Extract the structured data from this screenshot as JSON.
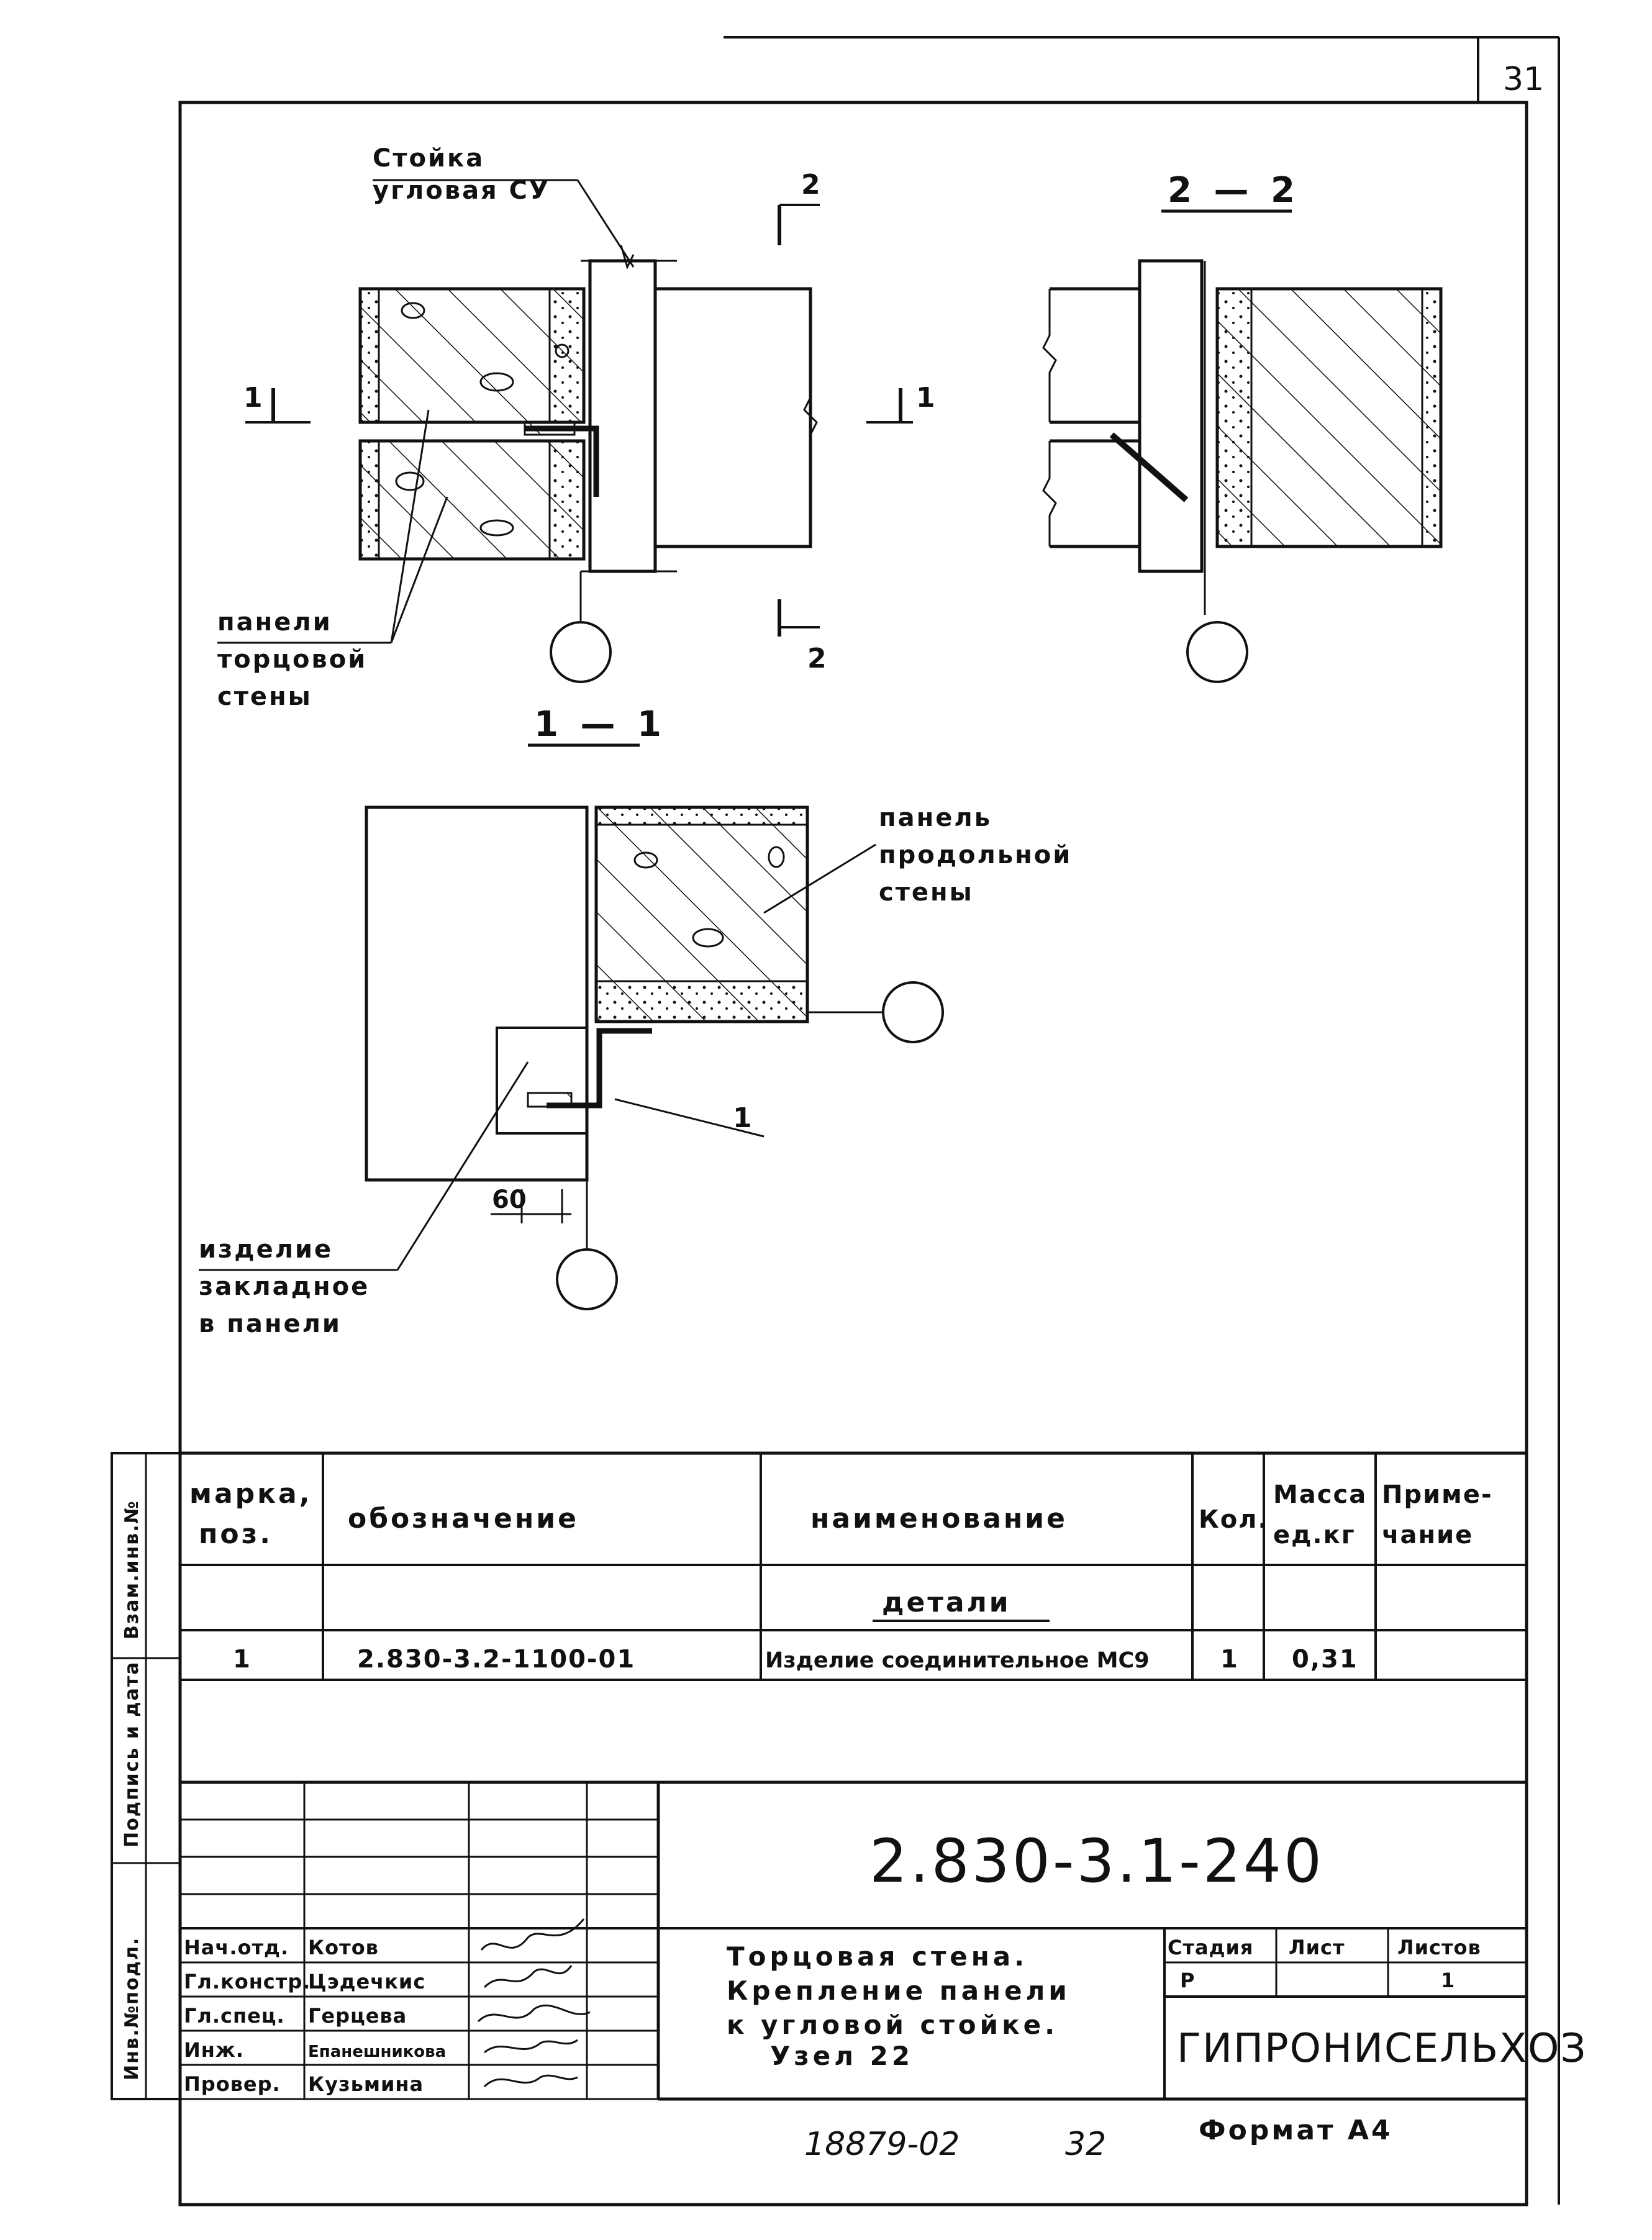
{
  "sheet": {
    "number": "31"
  },
  "labels": {
    "stoika": "Стойка",
    "uglovaya": "угловая СУ",
    "paneli": "панели",
    "torcovoi": "торцовой",
    "steny": "стены",
    "panel_prod": "панель",
    "prodolnoi": "продольной",
    "steny2": "стены",
    "izdelie": "изделие",
    "zakladnoe": "закладное",
    "v_paneli": "в панели",
    "cut1": "1",
    "cut2": "2",
    "callout_1": "1",
    "dim_60": "60"
  },
  "sections": {
    "s22": "2 — 2",
    "s11": "1 — 1"
  },
  "table": {
    "headers": {
      "marka": "марка,",
      "poz": "поз.",
      "oboznachenie": "обозначение",
      "naimenovanie": "наименование",
      "kol": "Кол.",
      "massa": "Масса",
      "massa_unit": "ед.кг",
      "prime": "Приме-",
      "chanie": "чание"
    },
    "group": "детали",
    "rows": [
      {
        "poz": "1",
        "oboznachenie": "2.830-3.2-1100-01",
        "naimenovanie": "Изделие соединительное МС9",
        "kol": "1",
        "massa": "0,31",
        "prim": ""
      }
    ]
  },
  "stamp": {
    "designation": "2.830-3.1-240",
    "title_lines": [
      "Торцовая стена.",
      "Крепление панели",
      "к угловой стойке.",
      "Узел 22"
    ],
    "stadiya_label": "Стадия",
    "list_label": "Лист",
    "listov_label": "Листов",
    "stadiya": "Р",
    "listov": "1",
    "organization": "ГИПРОНИСЕЛЬХОЗ",
    "roles": [
      {
        "role": "Нач.отд.",
        "name": "Котов"
      },
      {
        "role": "Гл.констр.",
        "name": "Цэдечкис"
      },
      {
        "role": "Гл.спец.",
        "name": "Герцева"
      },
      {
        "role": "Инж.",
        "name": "Епанешникова"
      },
      {
        "role": "Провер.",
        "name": "Кузьмина"
      }
    ],
    "format_label": "Формат А4"
  },
  "side_stamp": {
    "vzam": "Взам.инв.№",
    "podpis": "Подпись и дата",
    "inv": "Инв.№подл."
  },
  "footer": {
    "number": "18879-02",
    "page": "32"
  }
}
